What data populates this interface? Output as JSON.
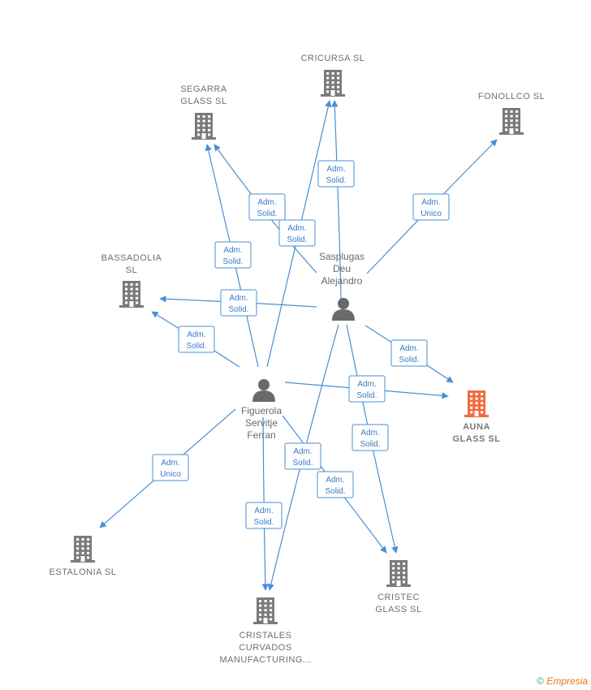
{
  "colors": {
    "edge": "#4a8fd6",
    "company": "#7a7a7a",
    "company_highlight": "#f26a3d",
    "person": "#6a6a6a"
  },
  "companies": [
    {
      "id": "cricursa",
      "lines": [
        "CRICURSA  SL"
      ],
      "highlight": false
    },
    {
      "id": "segarra",
      "lines": [
        "SEGARRA",
        "GLASS  SL"
      ],
      "highlight": false
    },
    {
      "id": "fonollco",
      "lines": [
        "FONOLLCO  SL"
      ],
      "highlight": false
    },
    {
      "id": "bassadolia",
      "lines": [
        "BASSADOLIA",
        "SL"
      ],
      "highlight": false
    },
    {
      "id": "auna",
      "lines": [
        "AUNA",
        "GLASS  SL"
      ],
      "highlight": true
    },
    {
      "id": "estalonia",
      "lines": [
        "ESTALONIA  SL"
      ],
      "highlight": false
    },
    {
      "id": "cristales",
      "lines": [
        "CRISTALES",
        "CURVADOS",
        "MANUFACTURING..."
      ],
      "highlight": false
    },
    {
      "id": "cristec",
      "lines": [
        "CRISTEC",
        "GLASS  SL"
      ],
      "highlight": false
    }
  ],
  "persons": [
    {
      "id": "sasplugas",
      "lines": [
        "Sasplugas",
        "Deu",
        "Alejandro"
      ]
    },
    {
      "id": "figuerola",
      "lines": [
        "Figuerola",
        "Servitje",
        "Ferran"
      ]
    }
  ],
  "relations": [
    {
      "from": "sasplugas",
      "to": "cricursa",
      "label": [
        "Adm.",
        "Solid."
      ]
    },
    {
      "from": "sasplugas",
      "to": "segarra",
      "label": [
        "Adm.",
        "Solid."
      ]
    },
    {
      "from": "sasplugas",
      "to": "fonollco",
      "label": [
        "Adm.",
        "Unico"
      ]
    },
    {
      "from": "sasplugas",
      "to": "bassadolia",
      "label": [
        "Adm.",
        "Solid."
      ]
    },
    {
      "from": "sasplugas",
      "to": "auna",
      "label": [
        "Adm.",
        "Solid."
      ]
    },
    {
      "from": "sasplugas",
      "to": "cristec",
      "label": [
        "Adm.",
        "Solid."
      ]
    },
    {
      "from": "sasplugas",
      "to": "cristales",
      "label": [
        "Adm.",
        "Solid."
      ]
    },
    {
      "from": "figuerola",
      "to": "cricursa",
      "label": [
        "Adm.",
        "Solid."
      ]
    },
    {
      "from": "figuerola",
      "to": "segarra",
      "label": [
        "Adm.",
        "Solid."
      ]
    },
    {
      "from": "figuerola",
      "to": "bassadolia",
      "label": [
        "Adm.",
        "Solid."
      ]
    },
    {
      "from": "figuerola",
      "to": "auna",
      "label": [
        "Adm.",
        "Solid."
      ]
    },
    {
      "from": "figuerola",
      "to": "estalonia",
      "label": [
        "Adm.",
        "Unico"
      ]
    },
    {
      "from": "figuerola",
      "to": "cristales",
      "label": [
        "Adm.",
        "Solid."
      ]
    },
    {
      "from": "figuerola",
      "to": "cristec",
      "label": [
        "Adm.",
        "Solid."
      ]
    }
  ],
  "footer": {
    "copyright": "©",
    "brand": "Empresia"
  }
}
